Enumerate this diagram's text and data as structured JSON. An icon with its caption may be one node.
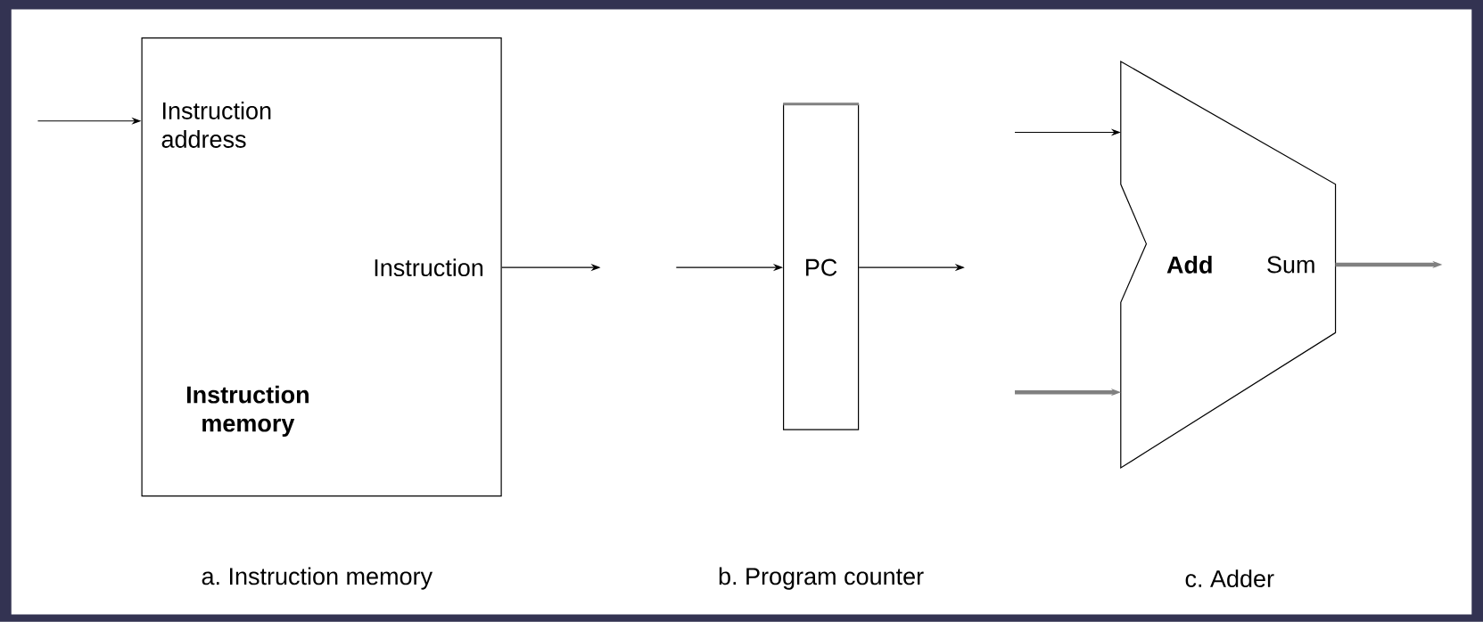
{
  "diagram": {
    "nodes": [
      {
        "text": [
          "Instruction address",
          "Instruction",
          "Instruction memory"
        ]
      },
      {
        "text": [
          "PC"
        ]
      },
      {
        "text": [
          "Add",
          "Sum"
        ]
      }
    ],
    "edges": [
      {
        "from": null,
        "to": 0,
        "arrow": "to"
      },
      {
        "from": 0,
        "to": null,
        "arrow": "to"
      },
      {
        "from": null,
        "to": 1,
        "arrow": "to"
      },
      {
        "from": 1,
        "to": null,
        "arrow": "to"
      },
      {
        "from": null,
        "to": 2,
        "arrow": "to"
      },
      {
        "from": null,
        "to": 2,
        "arrow": "to",
        "style": "thick",
        "color": "#808080"
      },
      {
        "from": 2,
        "to": null,
        "arrow": "to",
        "style": "thick",
        "color": "#808080"
      }
    ],
    "labels": [
      "a. Instruction memory",
      "b. Program counter",
      "c. Adder"
    ]
  }
}
